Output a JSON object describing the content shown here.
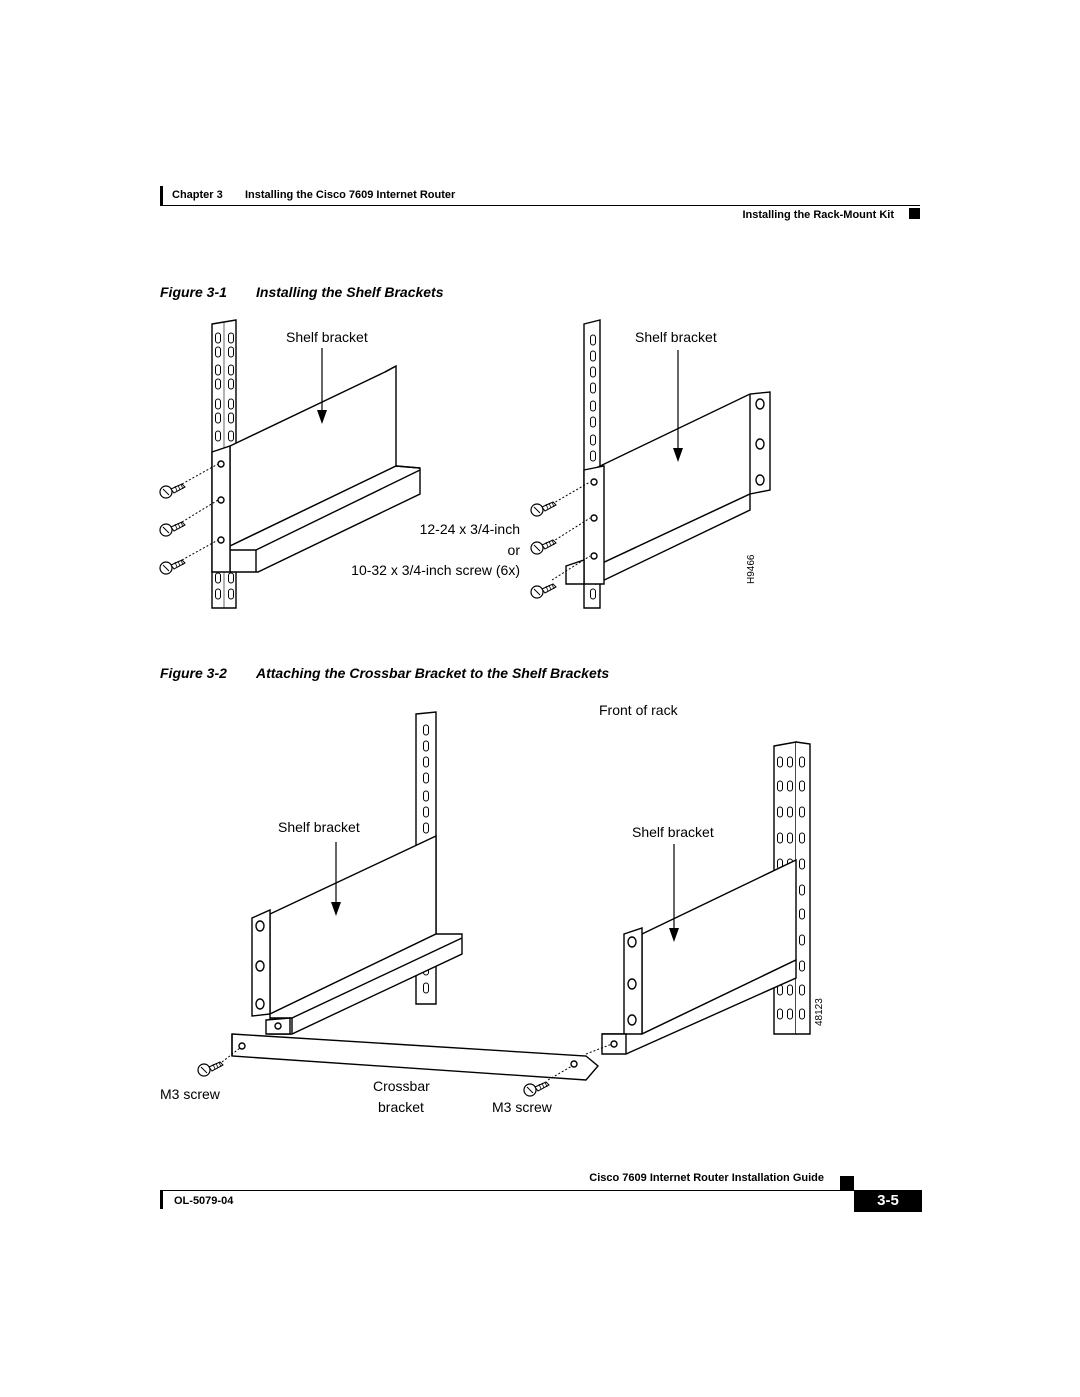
{
  "header": {
    "chapter_label": "Chapter 3",
    "chapter_title": "Installing the Cisco 7609 Internet Router",
    "section_title": "Installing the Rack-Mount Kit"
  },
  "figure1": {
    "caption_number": "Figure 3-1",
    "caption_title": "Installing the Shelf Brackets",
    "label_left_bracket": "Shelf bracket",
    "label_right_bracket": "Shelf bracket",
    "screw_line1": "12-24 x 3/4-inch",
    "screw_line2": "or",
    "screw_line3": "10-32 x 3/4-inch screw (6x)",
    "art_id": "H9466"
  },
  "figure2": {
    "caption_number": "Figure 3-2",
    "caption_title": "Attaching the Crossbar Bracket to the Shelf Brackets",
    "label_front": "Front of rack",
    "label_left_bracket": "Shelf bracket",
    "label_right_bracket": "Shelf bracket",
    "label_m3_left": "M3 screw",
    "label_crossbar_1": "Crossbar",
    "label_crossbar_2": "bracket",
    "label_m3_right": "M3 screw",
    "art_id": "48123"
  },
  "footer": {
    "guide_title": "Cisco 7609 Internet Router Installation Guide",
    "doc_number": "OL-5079-04",
    "page_number": "3-5"
  }
}
